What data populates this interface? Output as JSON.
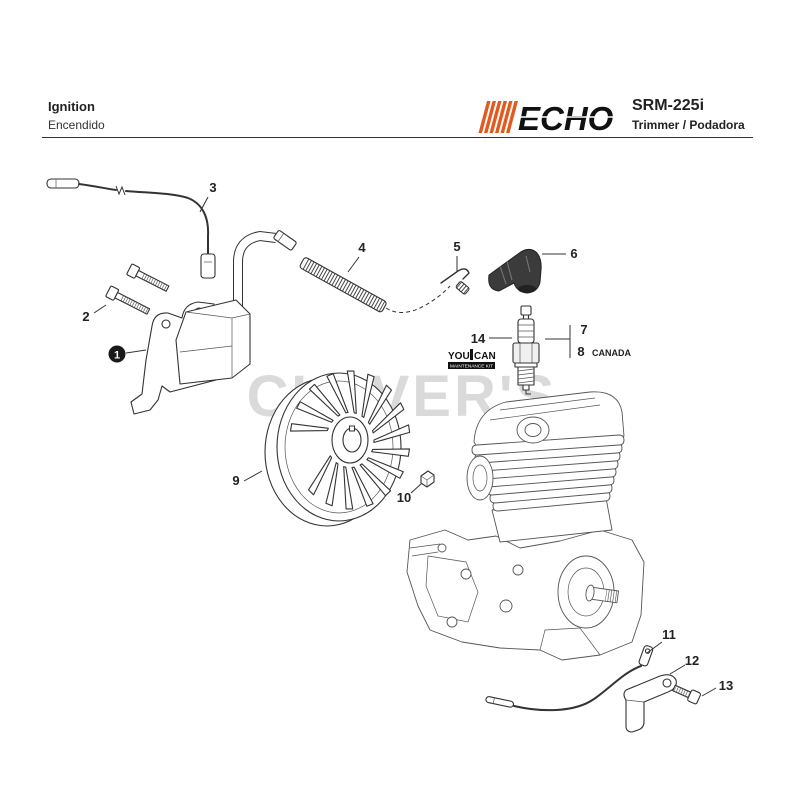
{
  "header": {
    "title": "Ignition",
    "subtitle": "Encendido",
    "brand": "ECHO",
    "model": "SRM-225i",
    "product": "Trimmer / Podadora"
  },
  "brand_colors": {
    "accent": "#e35a1f",
    "text": "#111111"
  },
  "callouts": [
    "1",
    "2",
    "3",
    "4",
    "5",
    "6",
    "7",
    "8",
    "9",
    "10",
    "11",
    "12",
    "13",
    "14"
  ],
  "notes": {
    "canada": "CANADA"
  },
  "kit_logo": {
    "you": "YOU",
    "can": "CAN",
    "subtitle": "MAINTENANCE KIT"
  },
  "watermark": "CULVER'S"
}
